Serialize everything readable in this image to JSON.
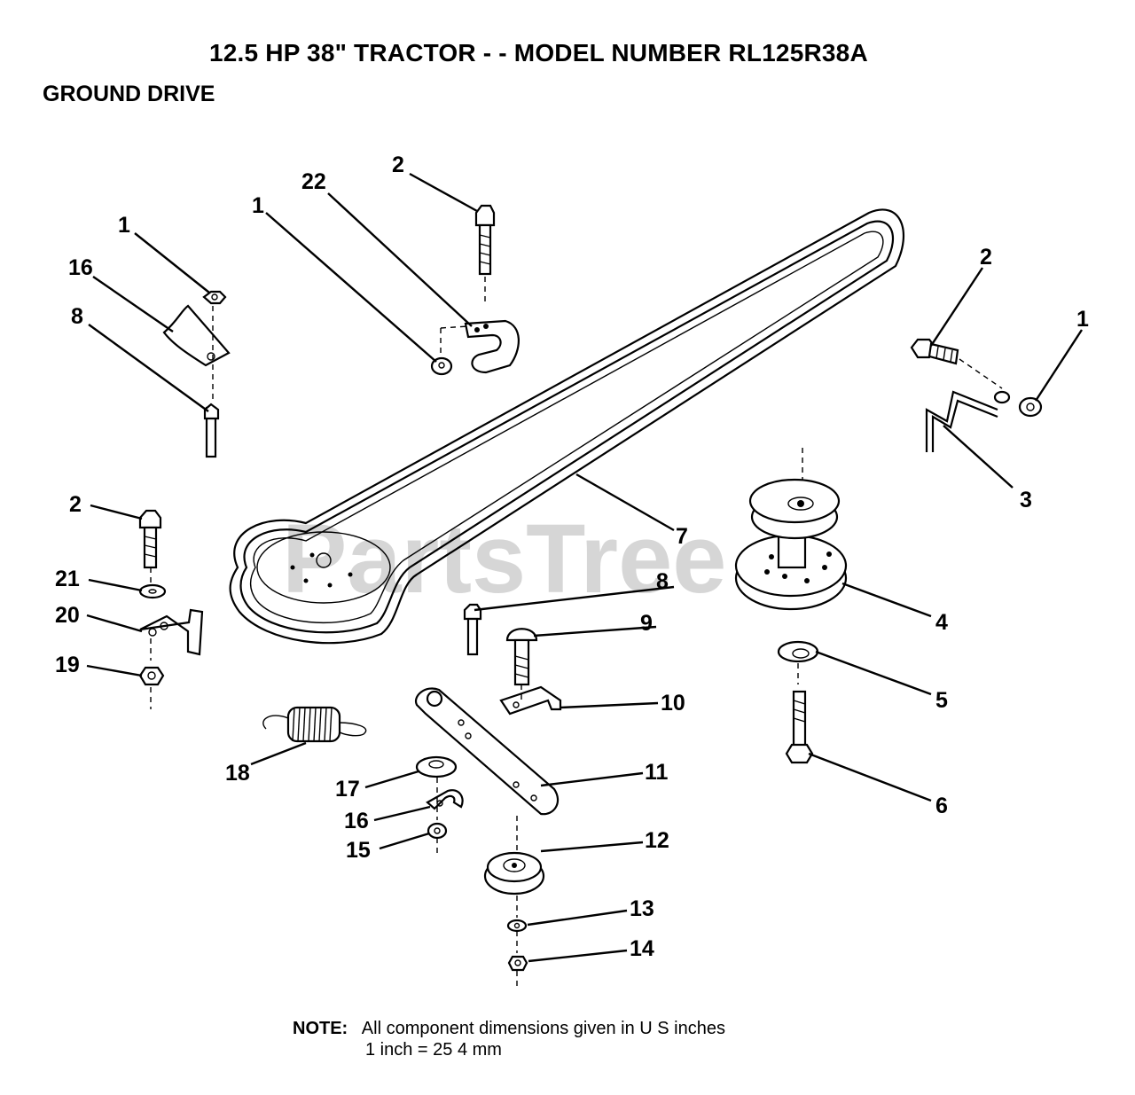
{
  "header": {
    "title": "12.5 HP 38\" TRACTOR - - MODEL NUMBER RL125R38A",
    "subtitle": "GROUND DRIVE"
  },
  "watermark": "PartsTree",
  "note": {
    "label": "NOTE:",
    "line1": "All component dimensions given in U S  inches",
    "line2": "1 inch = 25 4 mm"
  },
  "callouts": [
    {
      "id": "c-1-a",
      "text": "1"
    },
    {
      "id": "c-16-a",
      "text": "16"
    },
    {
      "id": "c-8-a",
      "text": "8"
    },
    {
      "id": "c-1-b",
      "text": "1"
    },
    {
      "id": "c-22",
      "text": "22"
    },
    {
      "id": "c-2-a",
      "text": "2"
    },
    {
      "id": "c-2-b",
      "text": "2"
    },
    {
      "id": "c-1-c",
      "text": "1"
    },
    {
      "id": "c-3",
      "text": "3"
    },
    {
      "id": "c-7",
      "text": "7"
    },
    {
      "id": "c-2-c",
      "text": "2"
    },
    {
      "id": "c-21",
      "text": "21"
    },
    {
      "id": "c-20",
      "text": "20"
    },
    {
      "id": "c-19",
      "text": "19"
    },
    {
      "id": "c-8-b",
      "text": "8"
    },
    {
      "id": "c-9",
      "text": "9"
    },
    {
      "id": "c-4",
      "text": "4"
    },
    {
      "id": "c-5",
      "text": "5"
    },
    {
      "id": "c-10",
      "text": "10"
    },
    {
      "id": "c-6",
      "text": "6"
    },
    {
      "id": "c-18",
      "text": "18"
    },
    {
      "id": "c-11",
      "text": "11"
    },
    {
      "id": "c-17",
      "text": "17"
    },
    {
      "id": "c-16-b",
      "text": "16"
    },
    {
      "id": "c-15",
      "text": "15"
    },
    {
      "id": "c-12",
      "text": "12"
    },
    {
      "id": "c-13",
      "text": "13"
    },
    {
      "id": "c-14",
      "text": "14"
    }
  ]
}
